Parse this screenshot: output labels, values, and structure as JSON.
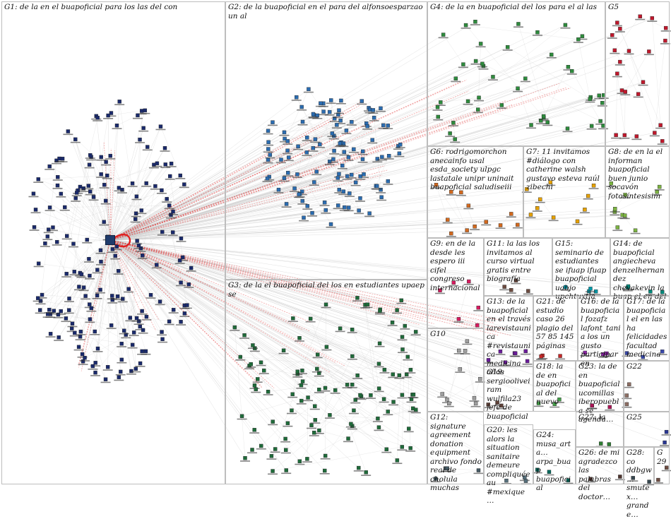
{
  "figure": {
    "type": "network-graph",
    "background": "#ffffff",
    "edge_color": "#c8c8c8",
    "highlight_edge_color": "#e04040",
    "hub_color": "#1f3b6b"
  },
  "groups": [
    {
      "id": "G1",
      "label": "G1: de la en el buapoficial para los las del con",
      "color": "#1a2a6c",
      "count": 180
    },
    {
      "id": "G2",
      "label": "G2: de la buapoficial en el para del alfonsoesparzao un al",
      "color": "#2b6cb0",
      "count": 110
    },
    {
      "id": "G3",
      "label": "G3: de la el buapoficial del los en estudiantes upaep se",
      "color": "#1f6b3a",
      "count": 110
    },
    {
      "id": "G4",
      "label": "G4: de la en buapoficial del los para el al las",
      "color": "#2e8b3d",
      "count": 45
    },
    {
      "id": "G5",
      "label": "G5",
      "color": "#c0182c",
      "count": 22
    },
    {
      "id": "G6",
      "label": "G6: rodrigomorchon anecainfo usal esda_society ulpgc lastatale unipr uninait buapoficial saludiseiii",
      "color": "#d2691e",
      "count": 12
    },
    {
      "id": "G7",
      "label": "G7: 11 invitamos #diálogo con catherine walsh gustavo esteva raúl zibechi",
      "color": "#e6a100",
      "count": 10
    },
    {
      "id": "G8",
      "label": "G8: de en la el informan buapoficial buen junio socavón fotosíntesisim",
      "color": "#7cb342",
      "count": 10
    },
    {
      "id": "G9",
      "label": "G9: en de la desde les espero iii cifel congreso internacional",
      "color": "#d81b60",
      "count": 6
    },
    {
      "id": "G10",
      "label": "G10",
      "color": "#9e9e9e",
      "count": 10
    },
    {
      "id": "G11",
      "label": "G11: la las los invitamos al curso virtual gratis entre biografía",
      "color": "#6d4c41",
      "count": 4
    },
    {
      "id": "G12",
      "label": "G12: signature agreement donation equipment archivo fondo real de cholula muchas",
      "color": "#455a64",
      "count": 4
    },
    {
      "id": "G13",
      "label": "G13: de la buapoficial en el través larevistaunica #revistaunica medicina años",
      "color": "#6a1b9a",
      "count": 7
    },
    {
      "id": "G14",
      "label": "G14: de buapoficial angiecheva denzelhernandez chevakevin la buap el en del",
      "color": "#00897b",
      "count": 4
    },
    {
      "id": "G15",
      "label": "G15: seminario de estudiantes se ifuap ifuap buapoficial uabjo upchtuxtla",
      "color": "#0097a7",
      "count": 4
    },
    {
      "id": "G16",
      "label": "G16: de la buapoficial fozafz lafont_tania los un gusto participar en",
      "color": "#8e24aa",
      "count": 3
    },
    {
      "id": "G17",
      "label": "G17: de la buapoficial el en las ha felicidades facultad medicina",
      "color": "#3949ab",
      "count": 3
    },
    {
      "id": "G18",
      "label": "G18: la de en buapoficial del nuevo",
      "color": "#43a047",
      "count": 3
    },
    {
      "id": "G19",
      "label": "G19: sergiooliveiram wulfila23 jefe de buapoficial",
      "color": "#5d4037",
      "count": 3
    },
    {
      "id": "G20",
      "label": "G20: les alors la situation sanitaire demeure compliquée au #mexique…",
      "color": "#546e7a",
      "count": 3
    },
    {
      "id": "G21",
      "label": "G21: de estudio caso 26 plagio del 57 85 145 páginas",
      "color": "#c62828",
      "count": 3
    },
    {
      "id": "G22",
      "label": "G22",
      "color": "#8d6e63",
      "count": 3
    },
    {
      "id": "G23",
      "label": "G23: la de en buapoficial ucomillas iberopuebla se agenda…",
      "color": "#ad1457",
      "count": 3
    },
    {
      "id": "G24",
      "label": "G24: musa_arta… arpa_buap buapoficial",
      "color": "#00695c",
      "count": 3
    },
    {
      "id": "G25",
      "label": "G25",
      "color": "#283593",
      "count": 2
    },
    {
      "id": "G26",
      "label": "G26: de mi agradezco las palabras del doctor…",
      "color": "#4e342e",
      "count": 2
    },
    {
      "id": "G27",
      "label": "G27: la",
      "color": "#2e7d32",
      "count": 2
    },
    {
      "id": "G28",
      "label": "G28: co ddbgw… smutex… grande…",
      "color": "#37474f",
      "count": 2
    },
    {
      "id": "G29",
      "label": "G29",
      "color": "#6d4c41",
      "count": 2
    }
  ]
}
